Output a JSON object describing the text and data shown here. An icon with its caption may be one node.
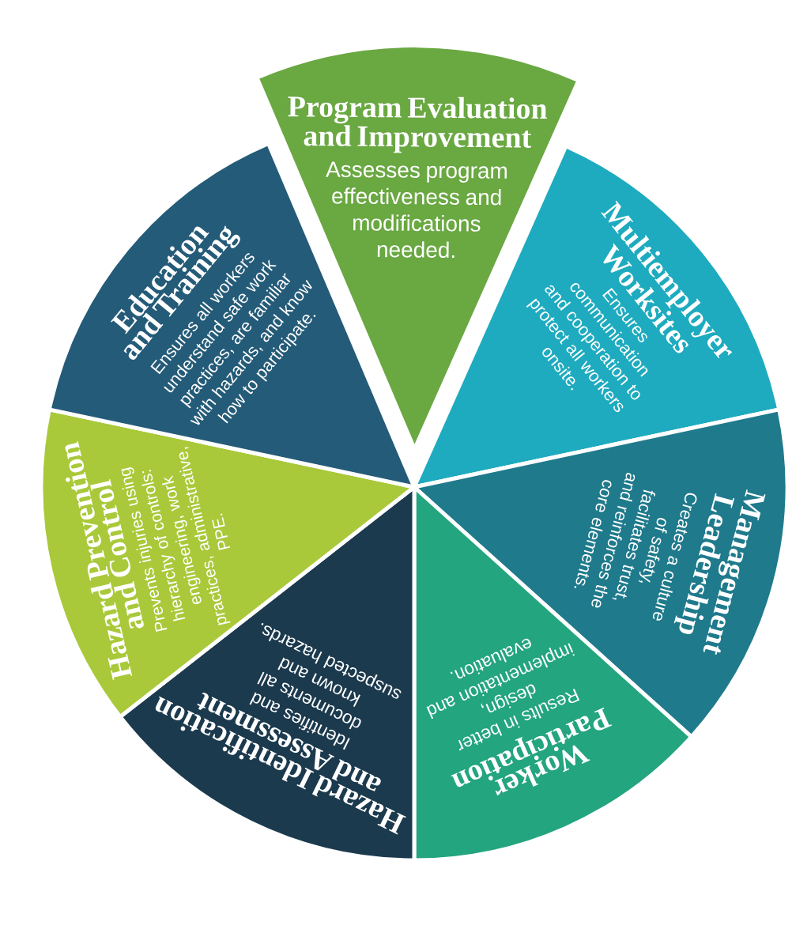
{
  "diagram": {
    "nodes": [
      {
        "text": [
          "Program Evaluation and Improvement",
          "Assesses program effectiveness and modifications needed."
        ]
      },
      {
        "text": [
          "Multiemployer Worksites",
          "Ensures communication and cooperation to protect all workers onsite."
        ]
      },
      {
        "text": [
          "Management Leadership",
          "Creates a culture of safety, facilitates trust, and reinforces the core elements."
        ]
      },
      {
        "text": [
          "Worker Participation",
          "Results in better design, implementation and evaluation."
        ]
      },
      {
        "text": [
          "Hazard Identification and Assessment",
          "Identifies and documents all known and suspected hazards."
        ]
      },
      {
        "text": [
          "Hazard Prevention and Control",
          "Prevents injuries using hierarchy of controls: engineering, work practices, administrative, PPE."
        ]
      },
      {
        "text": [
          "Education and Training",
          "Ensures all workers understand safe work practices, are familiar with hazards, and know how to participate."
        ]
      }
    ]
  }
}
